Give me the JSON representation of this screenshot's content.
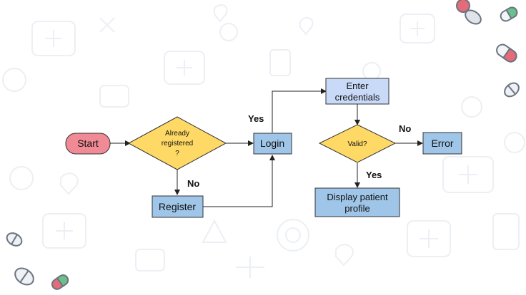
{
  "colors": {
    "terminal_fill": "#f08a95",
    "decision_fill": "#ffd966",
    "process_fill": "#9fc5e8",
    "highlight_fill": "#c9daf8",
    "stroke": "#333333",
    "background_doodles": "#eef0f3"
  },
  "nodes": {
    "start": "Start",
    "already_registered": [
      "Already",
      "registered",
      "?"
    ],
    "register": "Register",
    "login": "Login",
    "enter_credentials": [
      "Enter",
      "credentials"
    ],
    "valid": "Valid?",
    "error": "Error",
    "display_profile": [
      "Display patient",
      "profile"
    ]
  },
  "edge_labels": {
    "already_yes": "Yes",
    "already_no": "No",
    "valid_no": "No",
    "valid_yes": "Yes"
  },
  "decorations": [
    "pushpin-icon",
    "pill-capsule-icon",
    "medical-doodle-pattern"
  ]
}
